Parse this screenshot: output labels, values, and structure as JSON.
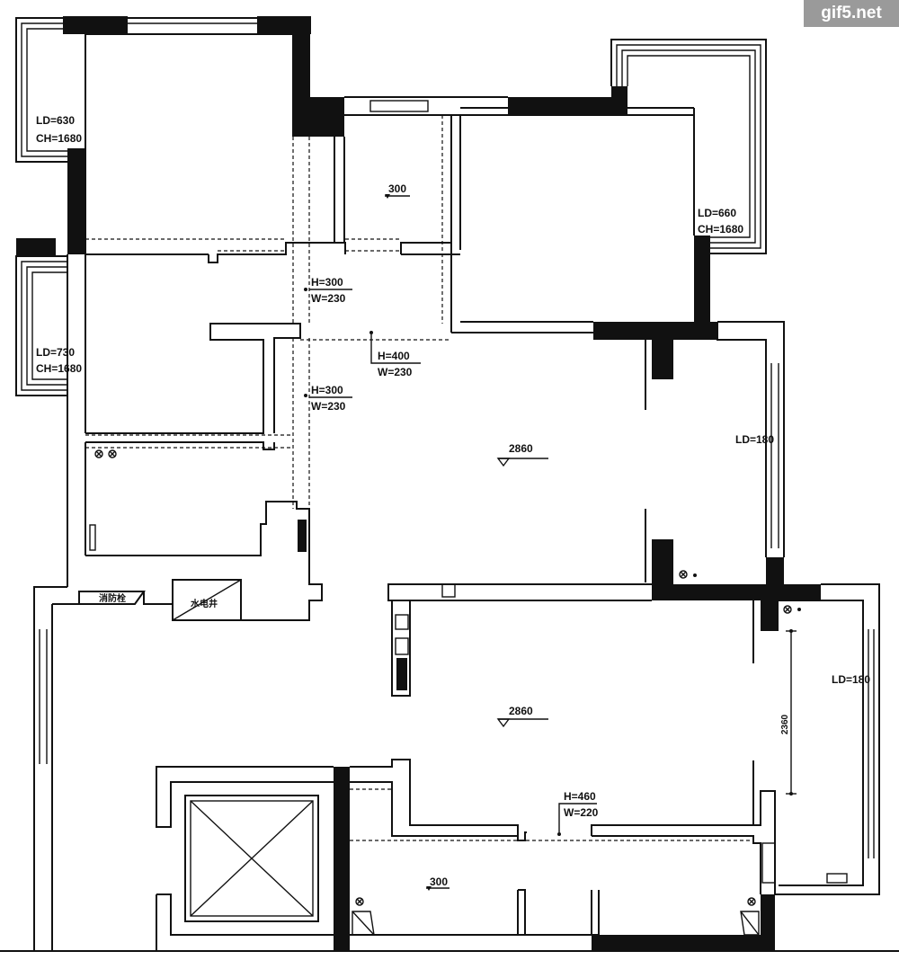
{
  "watermark": "gif5.net",
  "rooms": {
    "top_left_window": {
      "ld": "LD=630",
      "ch": "CH=1680"
    },
    "left_window": {
      "ld": "LD=730",
      "ch": "CH=1680"
    },
    "top_right_window": {
      "ld": "LD=660",
      "ch": "CH=1680"
    },
    "right_window_upper": {
      "ld": "LD=180"
    },
    "right_window_lower": {
      "ld": "LD=180"
    },
    "small_room": {
      "height": "300"
    },
    "bottom_room": {
      "height": "300"
    },
    "living": {
      "height": "2860"
    },
    "dining": {
      "height": "2860"
    }
  },
  "beams": {
    "b1": {
      "h": "H=300",
      "w": "W=230"
    },
    "b2": {
      "h": "H=400",
      "w": "W=230"
    },
    "b3": {
      "h": "H=300",
      "w": "W=230"
    },
    "b4": {
      "h": "H=460",
      "w": "W=220"
    }
  },
  "dimension_vertical": "2360",
  "shafts": {
    "left": "消防栓",
    "right": "水电井"
  }
}
